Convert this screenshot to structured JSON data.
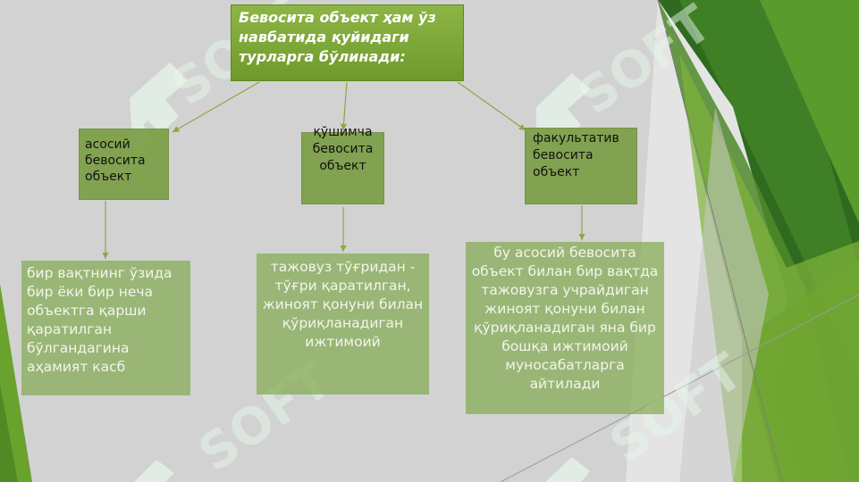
{
  "title": "Бевосита объект ҳам ўз навбатида қуйидаги турларга бўлинади:",
  "nodes": [
    {
      "label": "асосий бевосита объект"
    },
    {
      "label": "қўшимча бевосита объект"
    },
    {
      "label": "факультатив бевосита объект"
    }
  ],
  "descriptions": [
    {
      "text": "бир вақтнинг ўзида бир ёки бир неча объектга қарши қаратилган бўлгандагина аҳамият касб"
    },
    {
      "text": "тажовуз тўғридан - тўғри қаратилган, жиноят қонуни билан қўриқланадиган ижтимоий"
    },
    {
      "text": "бу асосий бевосита объект билан бир вақтда тажовузга учрайдиган жиноят қонуни билан қўриқланадиган яна бир бошқа ижтимоий муносабатларга айтилади"
    }
  ],
  "colors": {
    "background": "#d2d2d2",
    "accent_green": "#6f9a2b",
    "node_green": "#7a9e45",
    "desc_green": "#84aa52",
    "arrow": "#8aa844"
  }
}
